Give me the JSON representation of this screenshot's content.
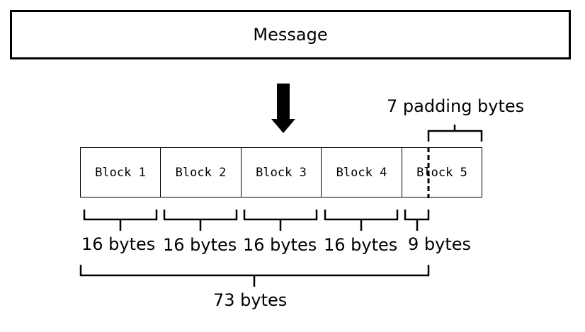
{
  "message_label": "Message",
  "padding_label": "7 padding bytes",
  "blocks": [
    {
      "label": "Block 1",
      "size_label": "16 bytes"
    },
    {
      "label": "Block 2",
      "size_label": "16 bytes"
    },
    {
      "label": "Block 3",
      "size_label": "16 bytes"
    },
    {
      "label": "Block 4",
      "size_label": "16 bytes"
    },
    {
      "label": "Block 5",
      "size_label": "9 bytes"
    }
  ],
  "total_label": "73 bytes"
}
